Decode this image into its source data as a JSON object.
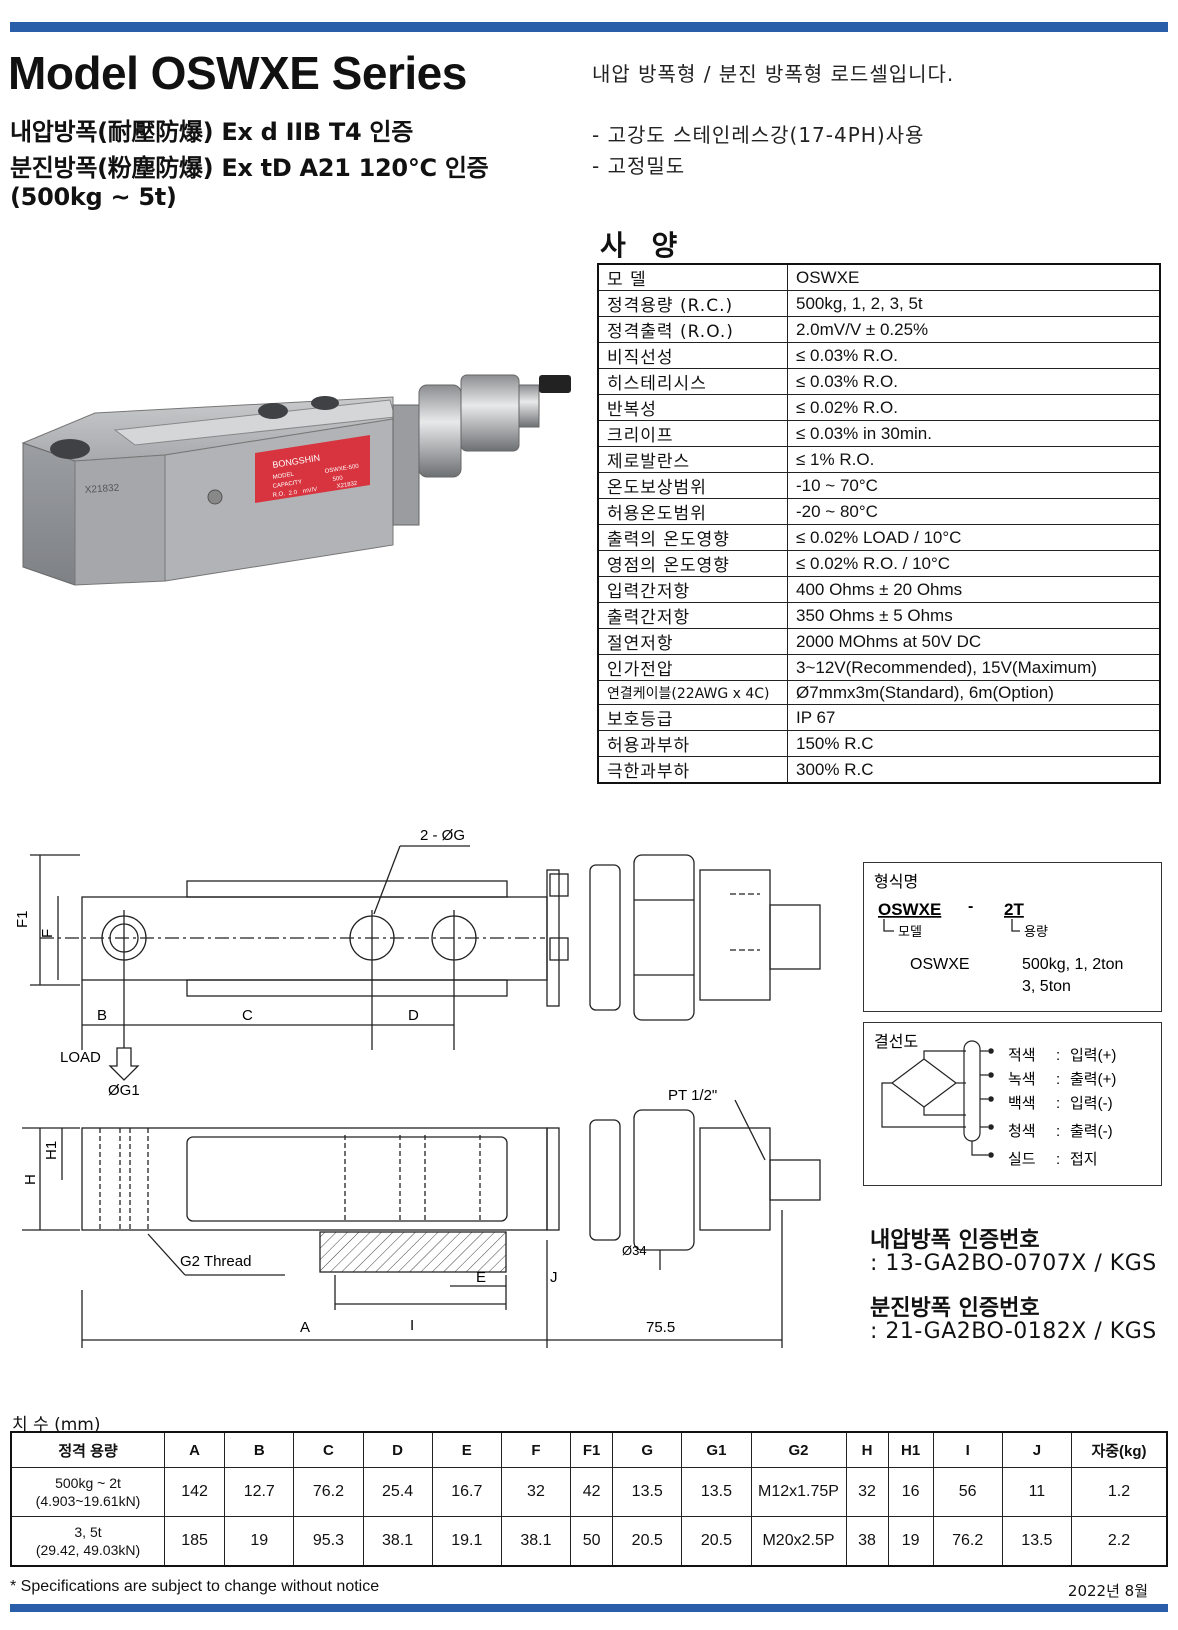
{
  "header": {
    "title": "Model OSWXE Series",
    "subtitle_lines": [
      "내압방폭(耐壓防爆) Ex d IIB T4 인증",
      "분진방폭(粉塵防爆) Ex tD A21 120°C 인증",
      "(500kg ~ 5t)"
    ]
  },
  "intro": {
    "line1": "내압 방폭형 / 분진 방폭형 로드셀입니다.",
    "bullet1": "- 고강도 스테인레스강(17-4PH)사용",
    "bullet2": "- 고정밀도"
  },
  "product_label": {
    "brand": "BONGSHIN",
    "serial": "X21832",
    "field1": "MODEL",
    "field1_val": "OSWXE-500",
    "field2": "CAPACITY",
    "field2_val": "500",
    "field3": "R.O.",
    "field3_val": "2.0",
    "field3_unit": "mV/V",
    "field3_serial": "X21832"
  },
  "spec": {
    "heading": "사 양",
    "rows": [
      {
        "k": "모 델",
        "v": "OSWXE"
      },
      {
        "k": "정격용량 (R.C.)",
        "v": "500kg, 1, 2, 3, 5t"
      },
      {
        "k": "정격출력 (R.O.)",
        "v": "2.0mV/V ± 0.25%"
      },
      {
        "k": "비직선성",
        "v": " ≤ 0.03% R.O."
      },
      {
        "k": "히스테리시스",
        "v": " ≤ 0.03% R.O."
      },
      {
        "k": "반복성",
        "v": " ≤ 0.02% R.O."
      },
      {
        "k": "크리이프",
        "v": " ≤ 0.03% in 30min."
      },
      {
        "k": "제로발란스",
        "v": " ≤ 1% R.O."
      },
      {
        "k": "온도보상범위",
        "v": "-10 ~ 70°C"
      },
      {
        "k": "허용온도범위",
        "v": "-20 ~ 80°C"
      },
      {
        "k": "출력의 온도영향",
        "v": " ≤ 0.02% LOAD / 10°C"
      },
      {
        "k": "영점의 온도영향",
        "v": " ≤ 0.02% R.O. / 10°C"
      },
      {
        "k": "입력간저항",
        "v": "400 Ohms ± 20 Ohms"
      },
      {
        "k": "출력간저항",
        "v": "350 Ohms ± 5 Ohms"
      },
      {
        "k": "절연저항",
        "v": "2000 MOhms at 50V DC"
      },
      {
        "k": "인가전압",
        "v": "3~12V(Recommended), 15V(Maximum)"
      },
      {
        "k": "연결케이블(22AWG x 4C)",
        "v": "Ø7mmx3m(Standard), 6m(Option)"
      },
      {
        "k": "보호등급",
        "v": "IP 67"
      },
      {
        "k": "허용과부하",
        "v": "150% R.C"
      },
      {
        "k": "극한과부하",
        "v": "300% R.C"
      }
    ]
  },
  "drawing": {
    "top": {
      "holes": "2 - ØG",
      "f1": "F1",
      "f": "F",
      "b": "B",
      "c": "C",
      "d": "D"
    },
    "side": {
      "load": "LOAD",
      "g1": "ØG1",
      "h1": "H1",
      "h": "H",
      "pt": "PT 1/2\"",
      "g2": "G2 Thread",
      "e": "E",
      "j": "J",
      "dia34": "Ø34",
      "i": "I",
      "a": "A",
      "len": "75.5"
    }
  },
  "model_box": {
    "title": "형식명",
    "code": "OSWXE",
    "dash": "-",
    "cap_code": "2T",
    "model_label": "모델",
    "cap_label": "용량",
    "model_val": "OSWXE",
    "cap_val1": "500kg, 1, 2ton",
    "cap_val2": "3, 5ton"
  },
  "wiring": {
    "title": "결선도",
    "rows": [
      {
        "color": "적색",
        "sep": ":",
        "fn": "입력(+)"
      },
      {
        "color": "녹색",
        "sep": ":",
        "fn": "출력(+)"
      },
      {
        "color": "백색",
        "sep": ":",
        "fn": "입력(-)"
      },
      {
        "color": "청색",
        "sep": ":",
        "fn": "출력(-)"
      },
      {
        "color": "실드",
        "sep": ":",
        "fn": "접지"
      }
    ]
  },
  "certs": [
    {
      "label": "내압방폭 인증번호",
      "value": ": 13-GA2BO-0707X / KGS"
    },
    {
      "label": "분진방폭 인증번호",
      "value": ": 21-GA2BO-0182X / KGS"
    }
  ],
  "dim": {
    "caption": "치 수 (mm)",
    "headers": [
      "정격 용량",
      "A",
      "B",
      "C",
      "D",
      "E",
      "F",
      "F1",
      "G",
      "G1",
      "G2",
      "H",
      "H1",
      "I",
      "J",
      "자중(kg)"
    ],
    "rows": [
      {
        "cap1": "500kg ~ 2t",
        "cap2": "(4.903~19.61kN)",
        "vals": [
          "142",
          "12.7",
          "76.2",
          "25.4",
          "16.7",
          "32",
          "42",
          "13.5",
          "13.5",
          "M12x1.75P",
          "32",
          "16",
          "56",
          "11",
          "1.2"
        ]
      },
      {
        "cap1": "3, 5t",
        "cap2": "(29.42, 49.03kN)",
        "vals": [
          "185",
          "19",
          "95.3",
          "38.1",
          "19.1",
          "38.1",
          "50",
          "20.5",
          "20.5",
          "M20x2.5P",
          "38",
          "19",
          "76.2",
          "13.5",
          "2.2"
        ]
      }
    ]
  },
  "footer": {
    "note": "* Specifications are subject to change without notice",
    "date": "2022년 8월"
  },
  "colors": {
    "accent": "#2a5ea8",
    "label_red": "#d8343f"
  }
}
